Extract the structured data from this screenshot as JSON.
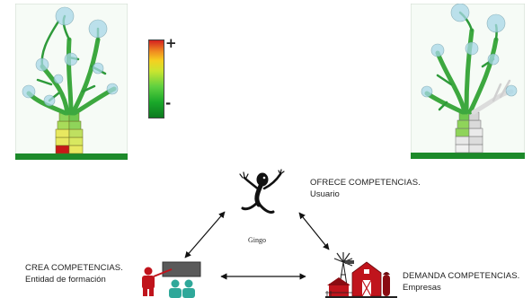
{
  "scale": {
    "top_sign": "+",
    "bottom_sign": "-"
  },
  "nodes": {
    "ofrece": {
      "title": "OFRECE COMPETENCIAS.",
      "subtitle": "Usuario"
    },
    "crea": {
      "title": "CREA COMPETENCIAS.",
      "subtitle": "Entidad de formación"
    },
    "demanda": {
      "title": "DEMANDA COMPETENCIAS.",
      "subtitle": "Empresas"
    }
  },
  "center_label": "Gingo",
  "colors": {
    "tree_leaf_green": "#2e9a3a",
    "tree_light_green": "#8fd45a",
    "ground": "#1d8a2a",
    "panel_sky": "#f6fbf6",
    "trunk_yellow": "#e8e860",
    "trunk_red": "#c81818",
    "barn_red": "#c0141c"
  },
  "icons": [
    "tree-left-icon",
    "tree-right-icon",
    "user-figure-icon",
    "trainer-classroom-icon",
    "barn-windmill-icon"
  ]
}
